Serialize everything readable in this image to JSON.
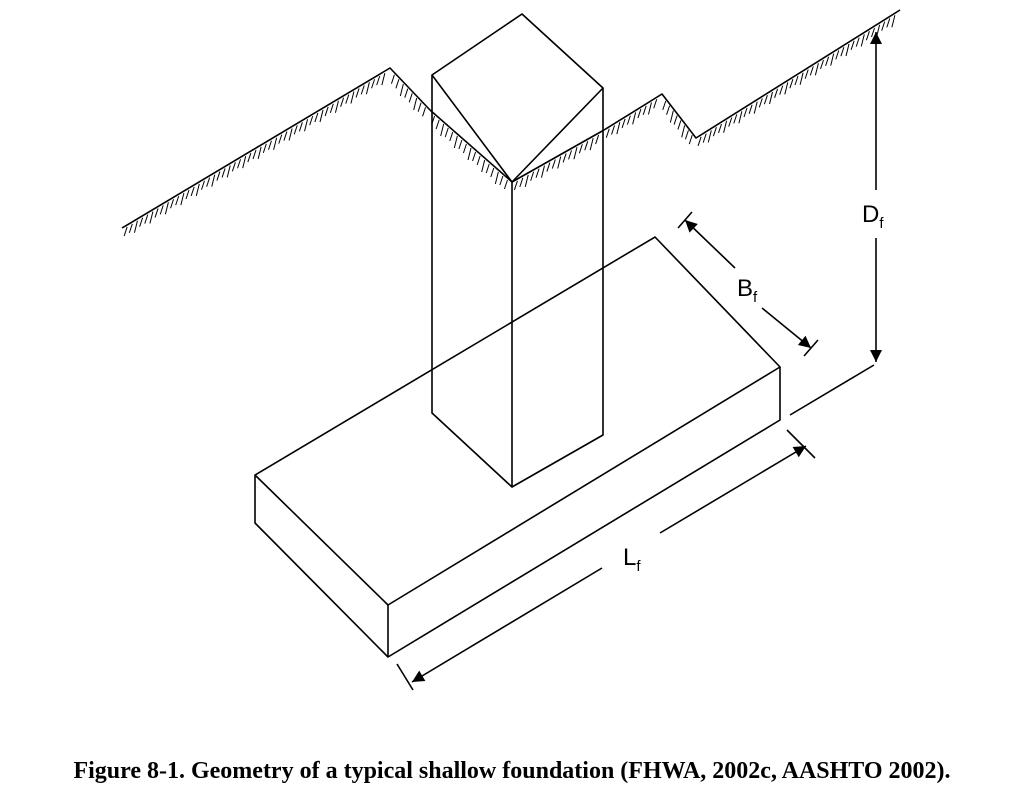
{
  "labels": {
    "depth": {
      "main": "D",
      "sub": "f"
    },
    "width": {
      "main": "B",
      "sub": "f"
    },
    "length": {
      "main": "L",
      "sub": "f"
    }
  },
  "caption": "Figure 8-1. Geometry of a typical shallow foundation (FHWA, 2002c, AASHTO 2002)."
}
